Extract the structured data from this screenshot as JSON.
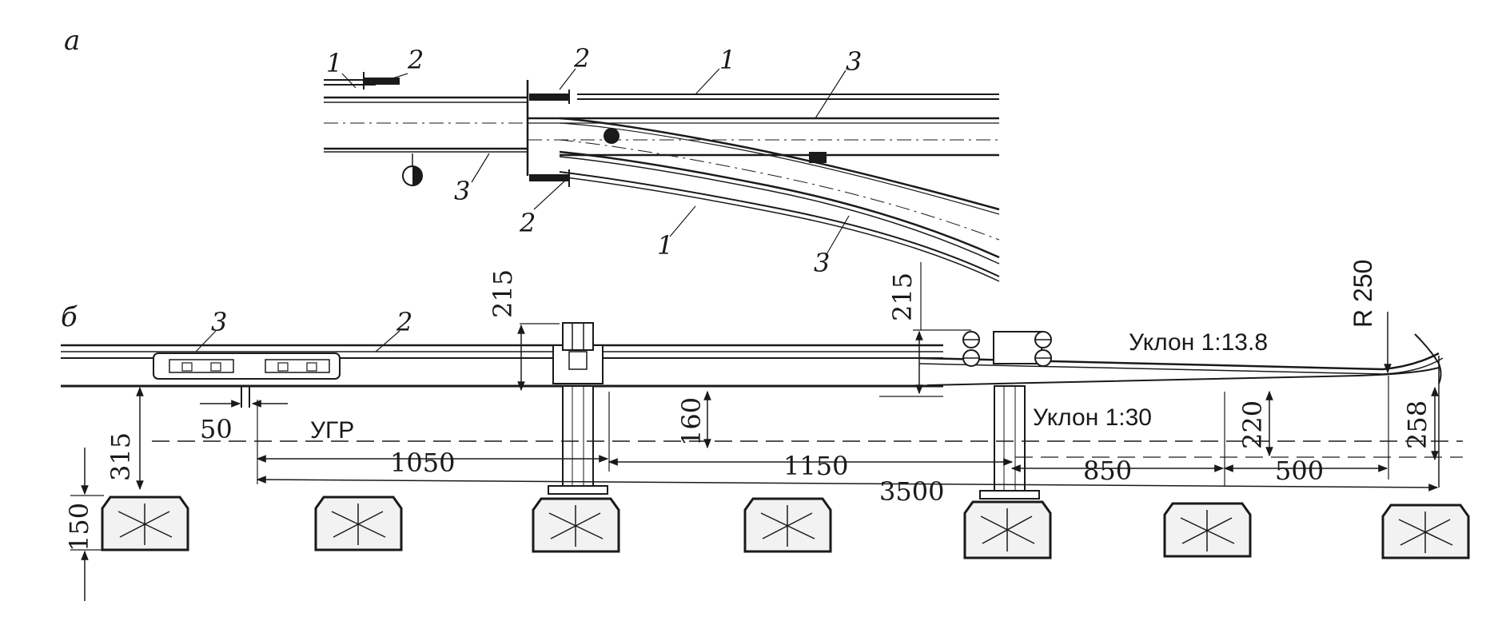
{
  "panel_a": {
    "label": "а",
    "callouts": {
      "rail_left": "1",
      "lining_left": "2",
      "lining_top": "2",
      "rail_top": "1",
      "guard_top": "3",
      "guard_left": "3",
      "lining_bottom": "2",
      "rail_bottom": "1",
      "guard_bottom": "3"
    }
  },
  "panel_b": {
    "label": "б",
    "callouts": {
      "item3": "3",
      "item2": "2"
    },
    "slope_upper": "Уклон 1:13.8",
    "slope_lower": "Уклон 1:30",
    "radius": "R 250",
    "ugr": "УГР",
    "dims": {
      "d215_left": "215",
      "d215_right": "215",
      "d315": "315",
      "d150": "150",
      "d50": "50",
      "d160": "160",
      "d220": "220",
      "d258": "258",
      "d1050": "1050",
      "d1150": "1150",
      "d3500": "3500",
      "d850": "850",
      "d500": "500"
    }
  },
  "colors": {
    "ink": "#1a1a1a",
    "paper": "#ffffff",
    "sleeper": "#f2f2f2"
  }
}
